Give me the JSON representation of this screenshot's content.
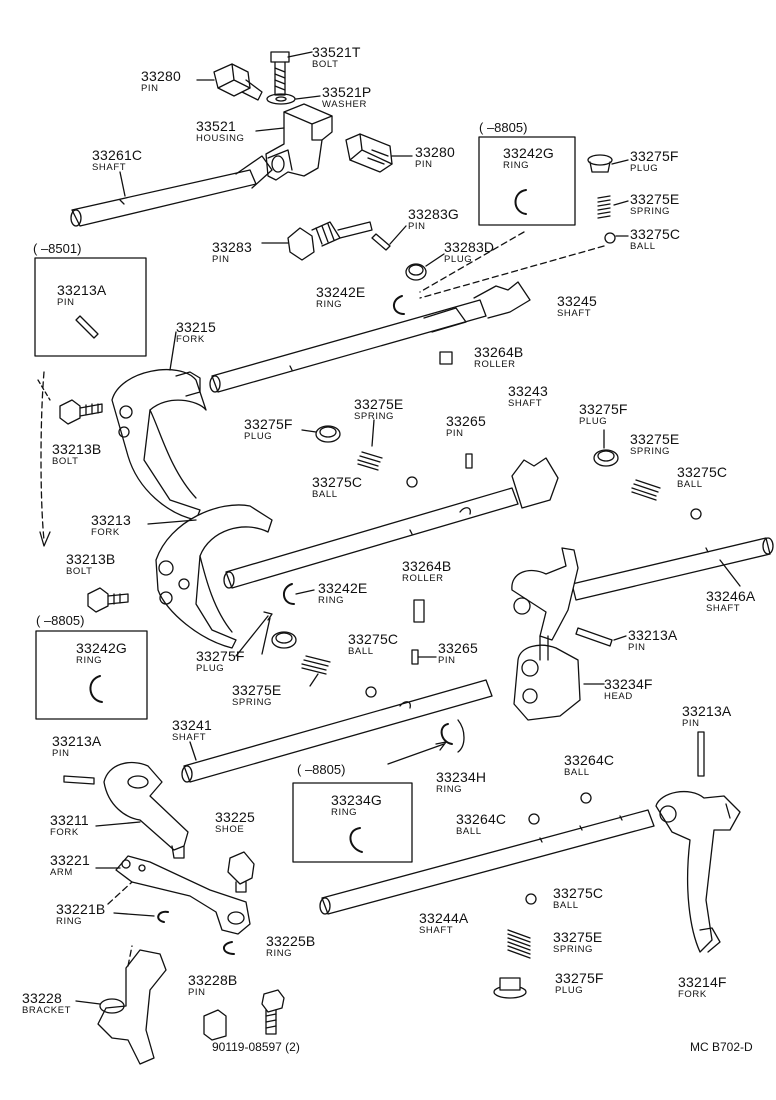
{
  "labels": [
    {
      "id": "33521T",
      "part": "33521T",
      "name": "BOLT"
    },
    {
      "id": "33280a",
      "part": "33280",
      "name": "PIN"
    },
    {
      "id": "33521P",
      "part": "33521P",
      "name": "WASHER"
    },
    {
      "id": "33521",
      "part": "33521",
      "name": "HOUSING"
    },
    {
      "id": "33280b",
      "part": "33280",
      "name": "PIN"
    },
    {
      "id": "33261C",
      "part": "33261C",
      "name": "SHAFT"
    },
    {
      "id": "33242Ga",
      "part": "33242G",
      "name": "RING"
    },
    {
      "id": "33275Fa",
      "part": "33275F",
      "name": "PLUG"
    },
    {
      "id": "33275Ea",
      "part": "33275E",
      "name": "SPRING"
    },
    {
      "id": "33275Ca",
      "part": "33275C",
      "name": "BALL"
    },
    {
      "id": "33283G",
      "part": "33283G",
      "name": "PIN"
    },
    {
      "id": "33283",
      "part": "33283",
      "name": "PIN"
    },
    {
      "id": "33283D",
      "part": "33283D",
      "name": "PLUG"
    },
    {
      "id": "33213Aa",
      "part": "33213A",
      "name": "PIN"
    },
    {
      "id": "33242Ea",
      "part": "33242E",
      "name": "RING"
    },
    {
      "id": "33245",
      "part": "33245",
      "name": "SHAFT"
    },
    {
      "id": "33215",
      "part": "33215",
      "name": "FORK"
    },
    {
      "id": "33264Ba",
      "part": "33264B",
      "name": "ROLLER"
    },
    {
      "id": "33213Ba",
      "part": "33213B",
      "name": "BOLT"
    },
    {
      "id": "33275Fb",
      "part": "33275F",
      "name": "PLUG"
    },
    {
      "id": "33275Eb",
      "part": "33275E",
      "name": "SPRING"
    },
    {
      "id": "33265a",
      "part": "33265",
      "name": "PIN"
    },
    {
      "id": "33243",
      "part": "33243",
      "name": "SHAFT"
    },
    {
      "id": "33275Fc",
      "part": "33275F",
      "name": "PLUG"
    },
    {
      "id": "33275Ec",
      "part": "33275E",
      "name": "SPRING"
    },
    {
      "id": "33275Cb",
      "part": "33275C",
      "name": "BALL"
    },
    {
      "id": "33275Cc",
      "part": "33275C",
      "name": "BALL"
    },
    {
      "id": "33213",
      "part": "33213",
      "name": "FORK"
    },
    {
      "id": "33213Bb",
      "part": "33213B",
      "name": "BOLT"
    },
    {
      "id": "33264Bb",
      "part": "33264B",
      "name": "ROLLER"
    },
    {
      "id": "33242Eb",
      "part": "33242E",
      "name": "RING"
    },
    {
      "id": "33246A",
      "part": "33246A",
      "name": "SHAFT"
    },
    {
      "id": "33242Gb",
      "part": "33242G",
      "name": "RING"
    },
    {
      "id": "33275Cd",
      "part": "33275C",
      "name": "BALL"
    },
    {
      "id": "33265b",
      "part": "33265",
      "name": "PIN"
    },
    {
      "id": "33213Ab",
      "part": "33213A",
      "name": "PIN"
    },
    {
      "id": "33275Fd",
      "part": "33275F",
      "name": "PLUG"
    },
    {
      "id": "33275Ed",
      "part": "33275E",
      "name": "SPRING"
    },
    {
      "id": "33234F",
      "part": "33234F",
      "name": "HEAD"
    },
    {
      "id": "33213Ac",
      "part": "33213A",
      "name": "PIN"
    },
    {
      "id": "33241",
      "part": "33241",
      "name": "SHAFT"
    },
    {
      "id": "33213Ad",
      "part": "33213A",
      "name": "PIN"
    },
    {
      "id": "33234H",
      "part": "33234H",
      "name": "RING"
    },
    {
      "id": "33264Ca",
      "part": "33264C",
      "name": "BALL"
    },
    {
      "id": "33234G",
      "part": "33234G",
      "name": "RING"
    },
    {
      "id": "33211",
      "part": "33211",
      "name": "FORK"
    },
    {
      "id": "33225",
      "part": "33225",
      "name": "SHOE"
    },
    {
      "id": "33264Cb",
      "part": "33264C",
      "name": "BALL"
    },
    {
      "id": "33221",
      "part": "33221",
      "name": "ARM"
    },
    {
      "id": "33221B",
      "part": "33221B",
      "name": "RING"
    },
    {
      "id": "33244A",
      "part": "33244A",
      "name": "SHAFT"
    },
    {
      "id": "33275Ce",
      "part": "33275C",
      "name": "BALL"
    },
    {
      "id": "33225B",
      "part": "33225B",
      "name": "RING"
    },
    {
      "id": "33275Ee",
      "part": "33275E",
      "name": "SPRING"
    },
    {
      "id": "33228B",
      "part": "33228B",
      "name": "PIN"
    },
    {
      "id": "33228",
      "part": "33228",
      "name": "BRACKET"
    },
    {
      "id": "33275Fe",
      "part": "33275F",
      "name": "PLUG"
    },
    {
      "id": "33214F",
      "part": "33214F",
      "name": "FORK"
    }
  ],
  "bracket_notes": [
    {
      "id": "b8805a",
      "text": "(      –8805)"
    },
    {
      "id": "b8501",
      "text": "(      –8501)"
    },
    {
      "id": "b8805b",
      "text": "(      –8805)"
    },
    {
      "id": "b8805c",
      "text": "(      –8805)"
    }
  ],
  "bolt_code": "90119-08597 (2)",
  "drawing_code": "MC  B702-D"
}
